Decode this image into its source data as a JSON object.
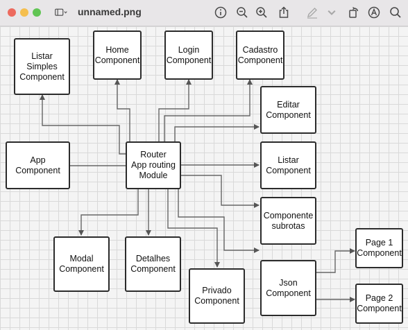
{
  "window": {
    "title": "unnamed.png"
  },
  "toolbar": {
    "icons": [
      "sidebar-toggle-icon",
      "info-icon",
      "zoom-out-icon",
      "zoom-in-icon",
      "share-icon",
      "markup-pen-icon",
      "rotate-icon",
      "annotate-icon",
      "search-icon"
    ]
  },
  "diagram": {
    "nodes": {
      "listar_simples": "Listar\nSimples\nComponent",
      "home": "Home\nComponent",
      "login": "Login\nComponent",
      "cadastro": "Cadastro\nComponent",
      "editar": "Editar\nComponent",
      "app": "App\nComponent",
      "router": "Router\nApp routing\nModule",
      "listar": "Listar\nComponent",
      "componente_subrotas": "Componente\nsubrotas",
      "modal": "Modal\nComponent",
      "detalhes": "Detalhes\nComponent",
      "privado": "Privado\nComponent",
      "json": "Json\nComponent",
      "page1": "Page 1\nComponent",
      "page2": "Page 2\nComponent"
    }
  }
}
